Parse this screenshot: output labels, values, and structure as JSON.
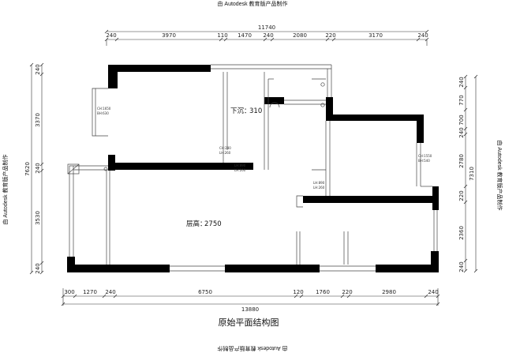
{
  "watermark": {
    "top": "由 Autodesk 教育版产品制作",
    "left": "由 Autodesk 教育版产品制作",
    "right": "由 Autodesk 教育版产品制作",
    "bottom": "由 Autodesk 教育版产品制作"
  },
  "top_dims": {
    "total": "11740",
    "segments": [
      "240",
      "3970",
      "110",
      "1470",
      "240",
      "2080",
      "220",
      "3170",
      "240"
    ]
  },
  "bottom_dims": {
    "total": "13880",
    "segments": [
      "300",
      "1270",
      "240",
      "6750",
      "120",
      "1760",
      "220",
      "2980",
      "240"
    ]
  },
  "left_dims": {
    "total": "7620",
    "segments": [
      "240",
      "3370",
      "240",
      "3530",
      "240"
    ]
  },
  "right_dims": {
    "total": "7310",
    "segments": [
      "240",
      "770",
      "700",
      "240",
      "2780",
      "220",
      "2360",
      "240"
    ]
  },
  "labels": {
    "window_left_1": "CH:1650",
    "window_left_2": "BH:630",
    "beam_1": "CH:280",
    "beam_2": "LH:260",
    "beam_3": "LH:890",
    "beam_4": "LH:260",
    "beam_5": "LH:890",
    "beam_6": "LH:260",
    "window_right_1": "CH:1550",
    "window_right_2": "BH:540",
    "sunken_label": "下沉：",
    "sunken_value": "310",
    "height_label": "层高：",
    "height_value": "2750"
  },
  "title": "原始平面结构图"
}
